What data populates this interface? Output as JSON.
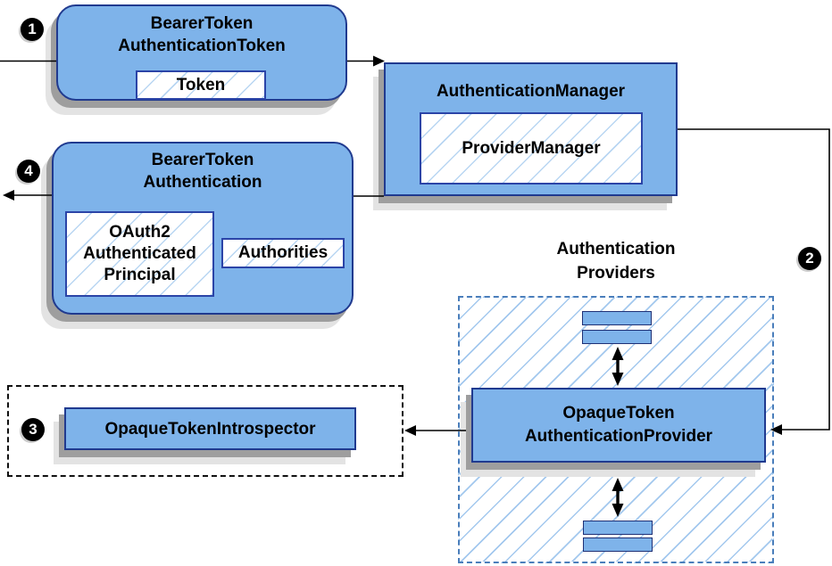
{
  "diagram": {
    "kind": "spring-security-opaque-token-flow"
  },
  "nodes": {
    "bearer_token_authentication_token": {
      "title": "BearerToken\nAuthenticationToken",
      "token_label": "Token"
    },
    "authentication_manager": {
      "title": "AuthenticationManager",
      "provider_manager_label": "ProviderManager"
    },
    "bearer_token_authentication": {
      "title": "BearerToken\nAuthentication",
      "principal_label": "OAuth2\nAuthenticated\nPrincipal",
      "authorities_label": "Authorities"
    },
    "authentication_providers": {
      "label": "Authentication\nProviders"
    },
    "opaque_token_authentication_provider": {
      "title": "OpaqueToken\nAuthenticationProvider"
    },
    "opaque_token_introspector": {
      "title": "OpaqueTokenIntrospector"
    }
  },
  "markers": {
    "step1": "1",
    "step2": "2",
    "step3": "3",
    "step4": "4"
  },
  "colors": {
    "node_fill": "#7eb3ea",
    "node_border": "#203a8f",
    "inner_chip_border": "#2b44a7",
    "hatch_line": "#a9cdf0",
    "providers_dash": "#4a7ebb",
    "introspector_dash": "#111111",
    "connector": "#000000",
    "marker_bg": "#000000",
    "marker_text": "#ffffff",
    "shadow_dark": "#9e9e9e",
    "shadow_light": "#e3e3e3"
  }
}
